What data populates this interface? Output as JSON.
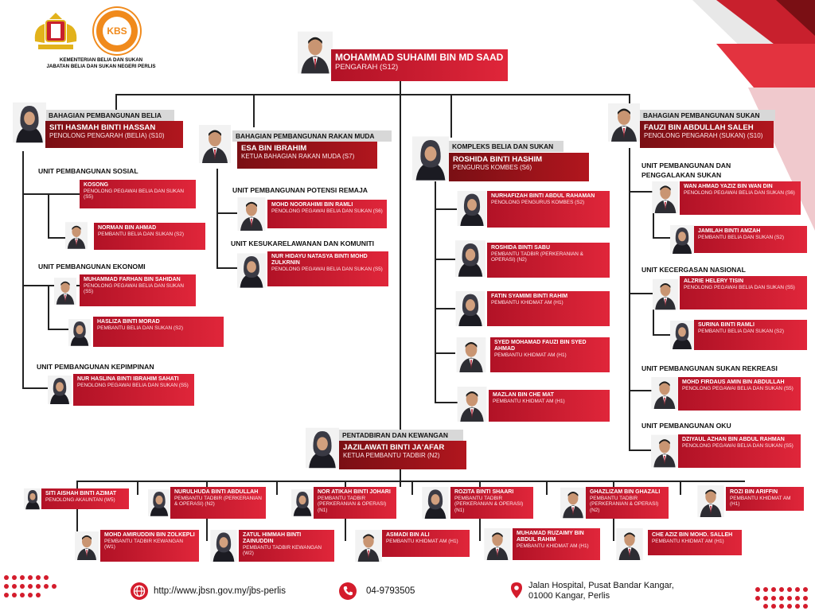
{
  "header": {
    "ministry": "KEMENTERIAN BELIA DAN SUKAN",
    "department": "JABATAN BELIA DAN SUKAN NEGERI PERLIS",
    "logo_text": "KBS"
  },
  "director": {
    "name": "MOHAMMAD SUHAIMI BIN MD SAAD",
    "position": "PENGARAH (S12)"
  },
  "belia": {
    "section": "BAHAGIAN PEMBANGUNAN BELIA",
    "head": {
      "name": "SITI HASMAH BINTI HASSAN",
      "position": "PENOLONG PENGARAH (BELIA) (S10)"
    },
    "units": [
      {
        "title": "UNIT PEMBANGUNAN SOSIAL",
        "staff": [
          {
            "name": "KOSONG",
            "position": "PENOLONG PEGAWAI BELIA DAN SUKAN (S5)"
          },
          {
            "name": "NORMAN BIN AHMAD",
            "position": "PEMBANTU BELIA DAN SUKAN (S2)"
          }
        ]
      },
      {
        "title": "UNIT PEMBANGUNAN EKONOMI",
        "staff": [
          {
            "name": "MUHAMMAD FARHAN BIN SAHIDAN",
            "position": "PENOLONG PEGAWAI BELIA DAN SUKAN (S5)"
          },
          {
            "name": "HASLIZA BINTI MORAD",
            "position": "PEMBANTU BELIA DAN SUKAN (S2)"
          }
        ]
      },
      {
        "title": "UNIT PEMBANGUNAN KEPIMPINAN",
        "staff": [
          {
            "name": "NUR HASLINA BINTI IBRAHIM SAHATI",
            "position": "PENOLONG PEGAWAI BELIA DAN SUKAN (S5)"
          }
        ]
      }
    ]
  },
  "rakan": {
    "section": "BAHAGIAN PEMBANGUNAN RAKAN MUDA",
    "head": {
      "name": "ESA BIN IBRAHIM",
      "position": "KETUA BAHAGIAN RAKAN MUDA (S7)"
    },
    "units": [
      {
        "title": "UNIT PEMBANGUNAN POTENSI REMAJA",
        "staff": [
          {
            "name": "MOHD NOORAHIMI BIN RAMLI",
            "position": "PENOLONG PEGAWAI BELIA DAN SUKAN (S6)"
          }
        ]
      },
      {
        "title": "UNIT KESUKARELAWANAN DAN KOMUNITI",
        "staff": [
          {
            "name": "NUR HIDAYU NATASYA BINTI MOHD ZULKRNIN",
            "position": "PENOLONG PEGAWAI BELIA DAN SUKAN (S5)"
          }
        ]
      }
    ]
  },
  "kompleks": {
    "section": "KOMPLEKS BELIA DAN SUKAN",
    "head": {
      "name": "ROSHIDA BINTI HASHIM",
      "position": "PENGURUS KOMBES (S6)"
    },
    "staff": [
      {
        "name": "NURHAFIZAH BINTI ABDUL RAHAMAN",
        "position": "PENOLONG PENGURUS KOMBES (S2)"
      },
      {
        "name": "ROSHIDA BINTI SABU",
        "position": "PEMBANTU TADBIR (PERKERANIAN & OPERASI) (N2)"
      },
      {
        "name": "FATIN SYAMIMI BINTI RAHIM",
        "position": "PEMBANTU KHIDMAT AM (H1)"
      },
      {
        "name": "SYED MOHAMAD FAUZI BIN SYED AHMAD",
        "position": "PEMBANTU KHIDMAT AM (H1)"
      },
      {
        "name": "MAZLAN BIN CHE MAT",
        "position": "PEMBANTU KHIDMAT AM (H1)"
      }
    ]
  },
  "sukan": {
    "section": "BAHAGIAN PEMBANGUNAN SUKAN",
    "head": {
      "name": "FAUZI BIN ABDULLAH SALEH",
      "position": "PENOLONG PENGARAH (SUKAN) (S10)"
    },
    "units": [
      {
        "title": "UNIT PEMBANGUNAN DAN  PENGGALAKAN SUKAN",
        "staff": [
          {
            "name": "WAN AHMAD YAZIZ BIN WAN DIN",
            "position": "PENOLONG PEGAWAI BELIA DAN SUKAN (S6)"
          },
          {
            "name": "JAMILAH BINTI AMZAH",
            "position": "PEMBANTU BELIA DAN SUKAN (S2)"
          }
        ]
      },
      {
        "title": "UNIT KECERGASAN NASIONAL",
        "staff": [
          {
            "name": "ALZRIE HELERY TISIN",
            "position": "PENOLONG PEGAWAI BELIA DAN SUKAN (S5)"
          },
          {
            "name": "SURINA BINTI RAMLI",
            "position": "PEMBANTU BELIA DAN SUKAN (S2)"
          }
        ]
      },
      {
        "title": "UNIT PEMBANGUNAN SUKAN REKREASI",
        "staff": [
          {
            "name": "MOHD FIRDAUS AMIN BIN ABDULLAH",
            "position": "PENOLONG PEGAWAI BELIA DAN SUKAN (S5)"
          }
        ]
      },
      {
        "title": "UNIT PEMBANGUNAN OKU",
        "staff": [
          {
            "name": "DZIYAUL AZHAN BIN ABDUL RAHMAN",
            "position": "PENOLONG PEGAWAI BELIA DAN SUKAN (S5)"
          }
        ]
      }
    ]
  },
  "admin": {
    "section": "PENTADBIRAN DAN KEWANGAN",
    "head": {
      "name": "JAZILAWATI BINTI JA'AFAR",
      "position": "KETUA PEMBANTU TADBIR (N2)"
    },
    "staff": [
      {
        "name": "SITI AISHAH BINTI AZIMAT",
        "position": "PENOLONG AKAUNTAN (W5)"
      },
      {
        "name": "MOHD AMIRUDDIN BIN ZOLKEPLI",
        "position": "PEMBANTU TADBIR KEWANGAN (W1)"
      },
      {
        "name": "NURULHUDA BINTI ABDULLAH",
        "position": "PEMBANTU TADBIR (PERKERANIAN & OPERASI) (N2)"
      },
      {
        "name": "ZATUL HIMMAH BINTI ZAINUDDIN",
        "position": "PEMBANTU TADBIR KEWANGAN (W2)"
      },
      {
        "name": "NOR ATIKAH BINTI JOHARI",
        "position": "PEMBANTU TADBIR (PERKERANIAN & OPERASI) (N1)"
      },
      {
        "name": "ASMADI BIN ALI",
        "position": "PEMBANTU KHIDMAT AM (H1)"
      },
      {
        "name": "ROZITA BINTI SHAARI",
        "position": "PEMBANTU TADBIR (PERKERANIAN & OPERASI) (N1)"
      },
      {
        "name": "MUHAMAD RUZAIMY BIN ABDUL RAHIM",
        "position": "PEMBANTU KHIDMAT AM (H1)"
      },
      {
        "name": "GHAZLIZAM BIN GHAZALI",
        "position": "PEMBANTU TADBIR (PERKERANIAN & OPERASI) (N2)"
      },
      {
        "name": "CHE AZIZ BIN MOHD. SALLEH",
        "position": "PEMBANTU KHIDMAT AM (H1)"
      },
      {
        "name": "ROZI BIN ARIFFIN",
        "position": "PEMBANTU KHIDMAT AM (H1)"
      }
    ]
  },
  "footer": {
    "website": "http://www.jbsn.gov.my/jbs-perlis",
    "phone": "04-9793505",
    "address_line1": "Jalan Hospital, Pusat Bandar Kangar,",
    "address_line2": "01000 Kangar, Perlis"
  },
  "icons": {
    "web": "globe-icon",
    "phone": "phone-icon",
    "address": "location-pin-icon"
  },
  "colors": {
    "red": "#d41c2c",
    "dark_red": "#8a1018",
    "gray_tag": "#d8d8d8"
  }
}
